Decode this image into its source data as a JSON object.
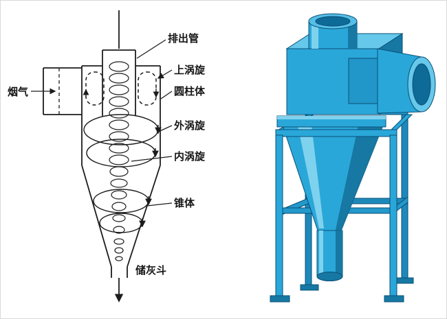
{
  "figure": {
    "type": "cyclone-dust-collector-diagram",
    "background": "#ffffff"
  },
  "schematic": {
    "labels": {
      "flue_gas": "烟气",
      "discharge_pipe": "排出管",
      "upper_vortex": "上涡旋",
      "cylinder": "圆柱体",
      "outer_vortex": "外涡旋",
      "inner_vortex": "内涡旋",
      "cone": "锥体",
      "ash_hopper": "储灰斗"
    },
    "colors": {
      "line": "#1c1c1c"
    }
  },
  "model3d": {
    "colors": {
      "body": "#2aa7d9",
      "shade": "#1678a3",
      "dark": "#0e6a96",
      "light": "#7fd2ee",
      "top_face": "#66c8ea",
      "outline": "#0a4f77"
    }
  }
}
